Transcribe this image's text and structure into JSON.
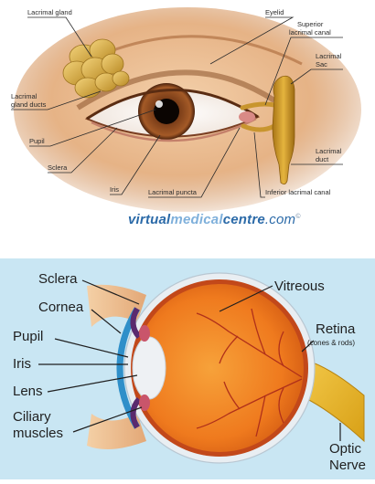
{
  "top_diagram": {
    "labels": {
      "lacrimal_gland": "Lacrimal gland",
      "eyelid": "Eyelid",
      "superior_lacrimal_canal": [
        "Superior",
        "lacrimal canal"
      ],
      "lacrimal_sac": [
        "Lacrimal",
        "Sac"
      ],
      "lacrimal_gland_ducts": [
        "Lacrimal",
        "gland ducts"
      ],
      "pupil": "Pupil",
      "sclera": "Sclera",
      "iris": "Iris",
      "lacrimal_puncta": "Lacrimal puncta",
      "inferior_lacrimal_canal": "Inferior lacrimal canal",
      "lacrimal_duct": [
        "Lacrimal",
        "duct"
      ]
    },
    "logo": {
      "part1": "virtual",
      "part2": "medical",
      "part3": "centre",
      "part4": ".com",
      "mark": "©"
    }
  },
  "bottom_diagram": {
    "labels": {
      "sclera": "Sclera",
      "cornea": "Cornea",
      "pupil": "Pupil",
      "iris": "Iris",
      "lens": "Lens",
      "ciliary_muscles": [
        "Ciliary",
        "muscles"
      ],
      "vitreous": "Vitreous",
      "retina": "Retina",
      "retina_sub": "(cones & rods)",
      "optic_nerve": [
        "Optic",
        "Nerve"
      ]
    }
  },
  "colors": {
    "skin": "#e9b98d",
    "iris": "#7a3d18",
    "lacrimal": "#c8952e",
    "sclera": "#e9eef2",
    "vitreous": "#ef7a1e",
    "vessels": "#b0301a",
    "nerve": "#e8b422",
    "bottom_bg": "#c9e6f3",
    "cornea_blue": "#2f8fc9"
  }
}
